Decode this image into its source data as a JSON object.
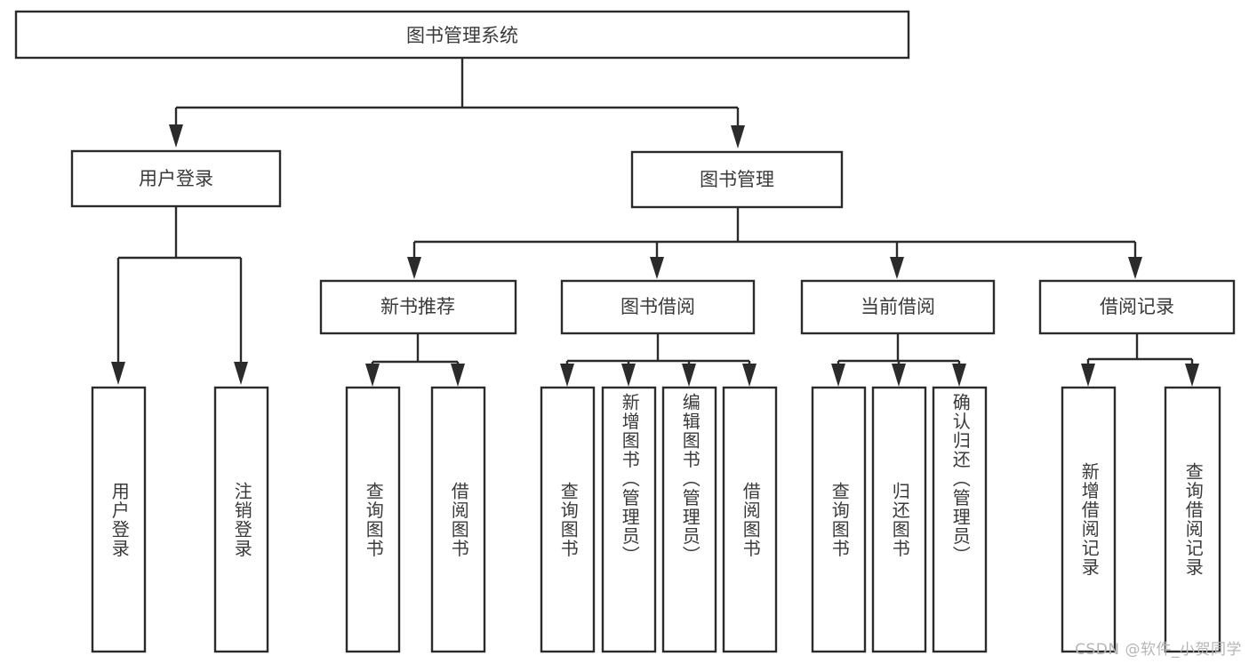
{
  "diagram": {
    "type": "tree-hierarchy",
    "title": "图书管理系统",
    "watermark": "CSDN @软件_小贺同学",
    "colors": {
      "background": "#ffffff",
      "stroke": "#2b2b2b",
      "text": "#3a3a3a",
      "watermark": "#b6b6b6"
    },
    "levels": {
      "root": {
        "label": "图书管理系统"
      },
      "level2": [
        {
          "label": "用户登录"
        },
        {
          "label": "图书管理"
        }
      ],
      "level3": [
        {
          "label": "新书推荐"
        },
        {
          "label": "图书借阅"
        },
        {
          "label": "当前借阅"
        },
        {
          "label": "借阅记录"
        }
      ],
      "leaves_user_login": [
        {
          "label": "用户登录"
        },
        {
          "label": "注销登录"
        }
      ],
      "leaves_new_book": [
        {
          "label": "查询图书"
        },
        {
          "label": "借阅图书"
        }
      ],
      "leaves_borrow": [
        {
          "label": "查询图书"
        },
        {
          "label": "新增图书（管理员）"
        },
        {
          "label": "编辑图书（管理员）"
        },
        {
          "label": "借阅图书"
        }
      ],
      "leaves_current": [
        {
          "label": "查询图书"
        },
        {
          "label": "归还图书"
        },
        {
          "label": "确认归还（管理员）"
        }
      ],
      "leaves_record": [
        {
          "label": "新增借阅记录"
        },
        {
          "label": "查询借阅记录"
        }
      ]
    }
  }
}
